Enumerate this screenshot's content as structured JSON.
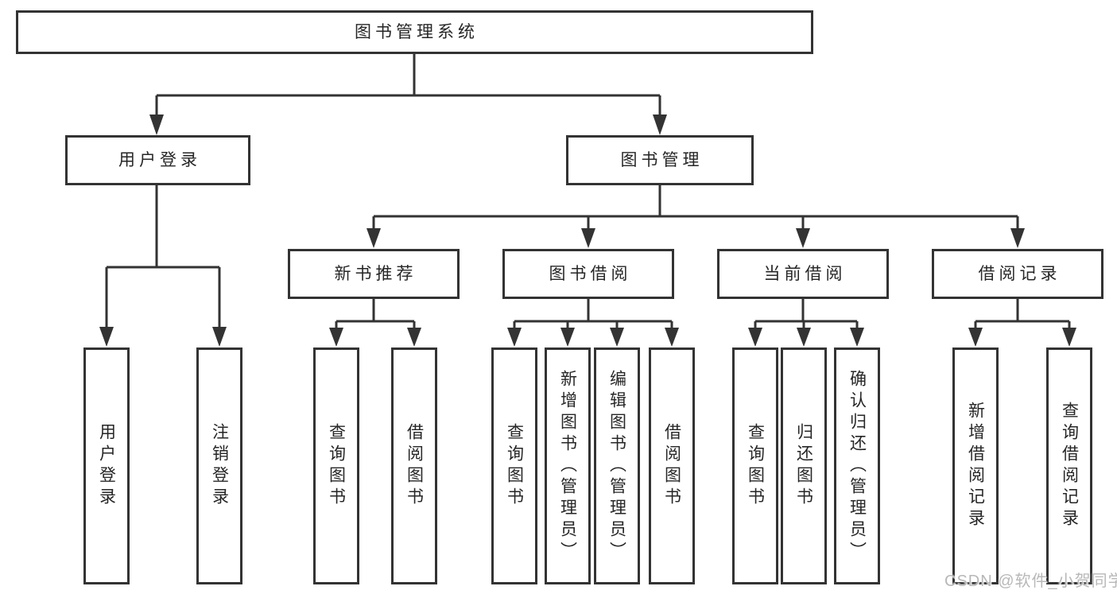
{
  "tree": {
    "root": "图书管理系统",
    "children": [
      {
        "label": "用户登录",
        "children": [
          "用户登录",
          "注销登录"
        ]
      },
      {
        "label": "图书管理",
        "children": [
          {
            "label": "新书推荐",
            "children": [
              "查询图书",
              "借阅图书"
            ]
          },
          {
            "label": "图书借阅",
            "children": [
              "查询图书",
              "新增图书（管理员）",
              "编辑图书（管理员）",
              "借阅图书"
            ]
          },
          {
            "label": "当前借阅",
            "children": [
              "查询图书",
              "归还图书",
              "确认归还（管理员）"
            ]
          },
          {
            "label": "借阅记录",
            "children": [
              "新增借阅记录",
              "查询借阅记录"
            ]
          }
        ]
      }
    ]
  },
  "watermark": {
    "text": "CSDN @软件_小贺同学"
  },
  "colors": {
    "background": "#ffffff",
    "line": "#333333",
    "text": "#262626",
    "watermark": "#b8b8b8"
  }
}
